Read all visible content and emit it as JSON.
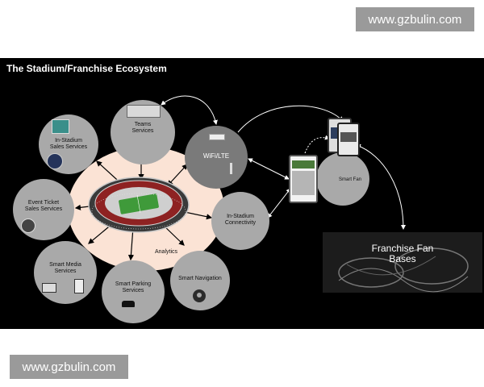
{
  "watermark": {
    "top": "www.gzbulin.com",
    "bottom": "www.gzbulin.com"
  },
  "slide": {
    "title": "The Stadium/Franchise Ecosystem",
    "analytics_label": "Analytics",
    "nodes": [
      {
        "id": "teams",
        "label": "Teams\nServices"
      },
      {
        "id": "in-stadium-sales",
        "label": "In-Stadium\nSales Services"
      },
      {
        "id": "event-ticket",
        "label": "Event Ticket\nSales Services"
      },
      {
        "id": "smart-media",
        "label": "Smart Media\nServices"
      },
      {
        "id": "smart-parking",
        "label": "Smart Parking\nServices"
      },
      {
        "id": "smart-navigation",
        "label": "Smart Navigation"
      },
      {
        "id": "in-stadium-connectivity",
        "label": "In-Stadium\nConnectivity"
      },
      {
        "id": "wifi",
        "label": "WiFi/LTE"
      },
      {
        "id": "smart-fan",
        "label": "Smart Fan"
      }
    ],
    "fan_bases_label": "Franchise Fan\nBases"
  },
  "colors": {
    "node": "#a9a9a9",
    "node_dark": "#7a7a7a",
    "glow": "#fbe3d5",
    "background": "#000000",
    "watermark": "#9a9a9a"
  }
}
